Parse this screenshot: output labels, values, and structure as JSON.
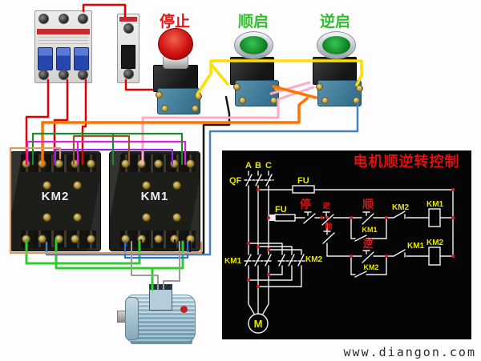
{
  "watermark": "www.diangon.com",
  "photo": {
    "stop_label": "停止",
    "forward_label": "顺启",
    "reverse_label": "逆启",
    "contactor_left": "KM2",
    "contactor_right": "KM1"
  },
  "schematic": {
    "title": "电机顺逆转控制",
    "phase_a": "A",
    "phase_b": "B",
    "phase_c": "C",
    "qf": "QF",
    "fu_main": "FU",
    "fu_control": "FU",
    "stop": "停",
    "interlock_rev": "逆",
    "interlock_fwd": "顺",
    "forward": "顺",
    "reverse": "逆",
    "km1_selfhold": "KM1",
    "km2_selfhold": "KM2",
    "km2_interlock": "KM2",
    "km1_interlock": "KM1",
    "km1_coil": "KM1",
    "km2_coil": "KM2",
    "km1_main": "KM1",
    "km2_main": "KM2",
    "motor": "M"
  },
  "colors": {
    "schematic_bg": "#050505",
    "schematic_line": "#f0f0f0",
    "label_yellow": "#e6e600",
    "label_red": "#e01010",
    "junction_dot": "#d42222",
    "stop_label_color": "#ee1111",
    "start_label_color": "#2ebe2e",
    "wire_red": "#e00000",
    "wire_yellow": "#ffdf00",
    "wire_orange": "#ff7400",
    "wire_pink": "#ffaac8",
    "wire_magenta": "#dd22dd",
    "wire_purple": "#8a2be2",
    "wire_green": "#1e8a2e",
    "wire_bright_green": "#2ecc2e",
    "wire_blue": "#2f6fd6",
    "wire_steel_blue": "#4a80b8",
    "wire_black": "#161616",
    "wire_brown": "#8a5a28",
    "wire_tan": "#d89a6a",
    "wire_gray": "#9a9a9a"
  }
}
